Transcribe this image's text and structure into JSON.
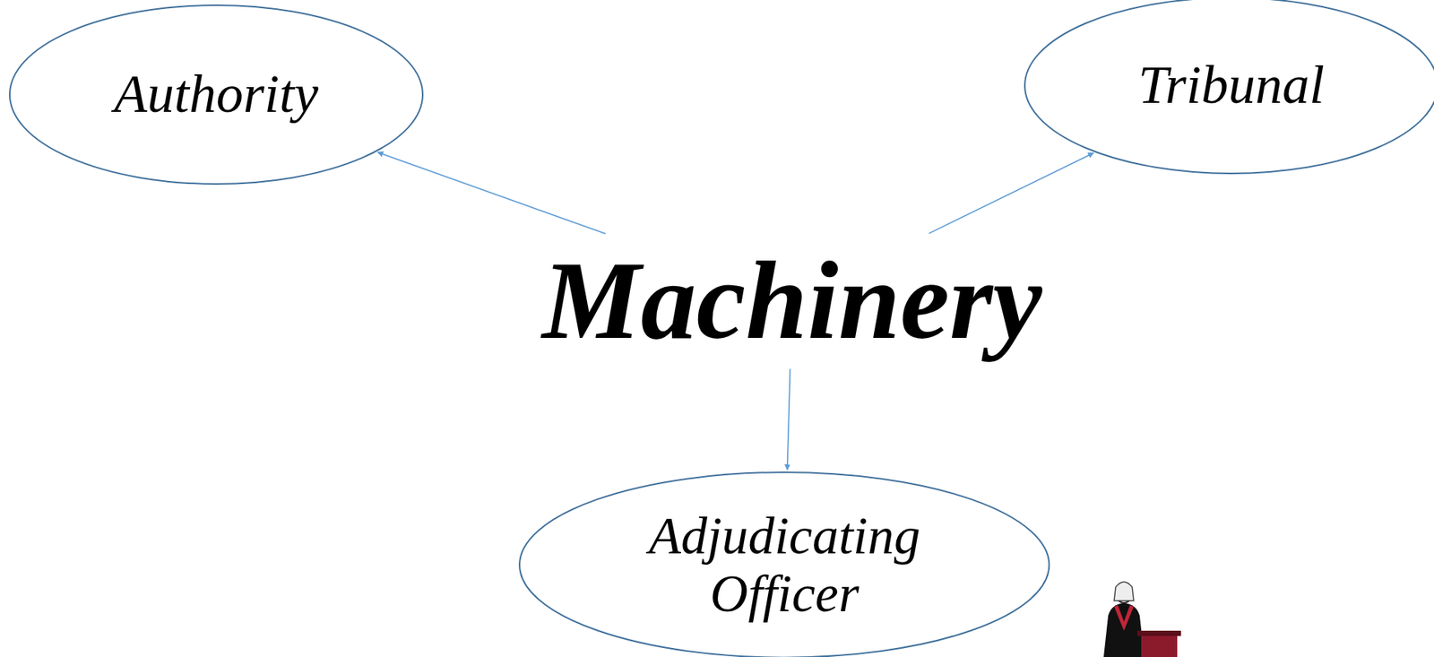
{
  "diagram": {
    "nodes": [
      {
        "text": [
          "Authority"
        ]
      },
      {
        "text": [
          "Tribunal"
        ]
      },
      {
        "text": [
          "Machinery"
        ]
      },
      {
        "text": [
          "Adjudicating Officer"
        ]
      }
    ],
    "edges": [
      {
        "from": 2,
        "to": 0,
        "arrow": "to"
      },
      {
        "from": 2,
        "to": 1,
        "arrow": "to"
      },
      {
        "from": 2,
        "to": 3,
        "arrow": "to"
      }
    ]
  }
}
